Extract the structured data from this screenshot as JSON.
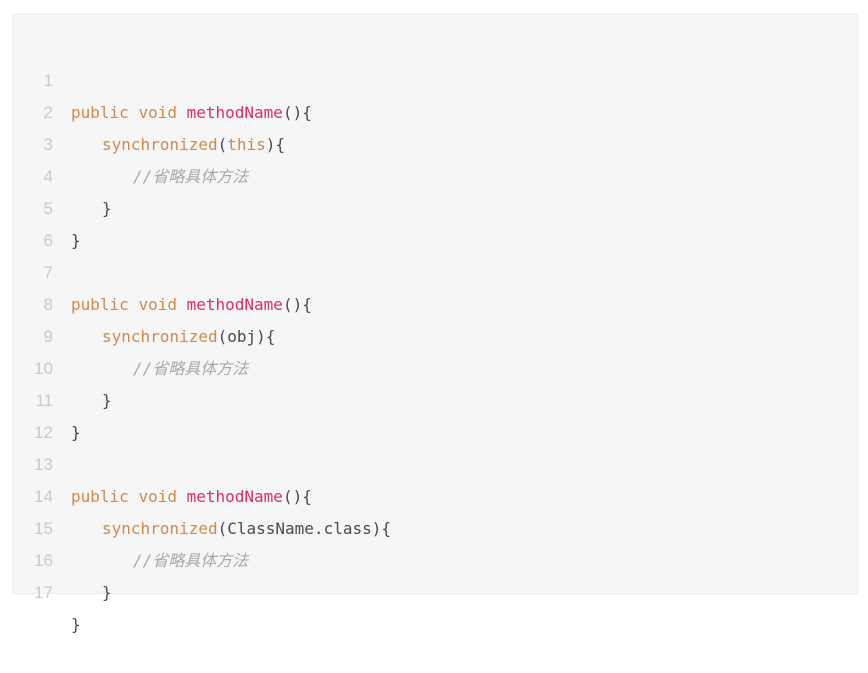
{
  "code": {
    "line_numbers": [
      "1",
      "2",
      "3",
      "4",
      "5",
      "6",
      "7",
      "8",
      "9",
      "10",
      "11",
      "12",
      "13",
      "14",
      "15",
      "16",
      "17"
    ],
    "keywords": {
      "public": "public",
      "void": "void",
      "synchronized": "synchronized",
      "this": "this"
    },
    "function_name": "methodName",
    "comment": "//省略具体方法",
    "tokens": {
      "method_open": "(){",
      "paren_open": "(",
      "block_open": "){",
      "close_brace": "}",
      "obj": "obj",
      "class_name": "ClassName.class"
    }
  }
}
